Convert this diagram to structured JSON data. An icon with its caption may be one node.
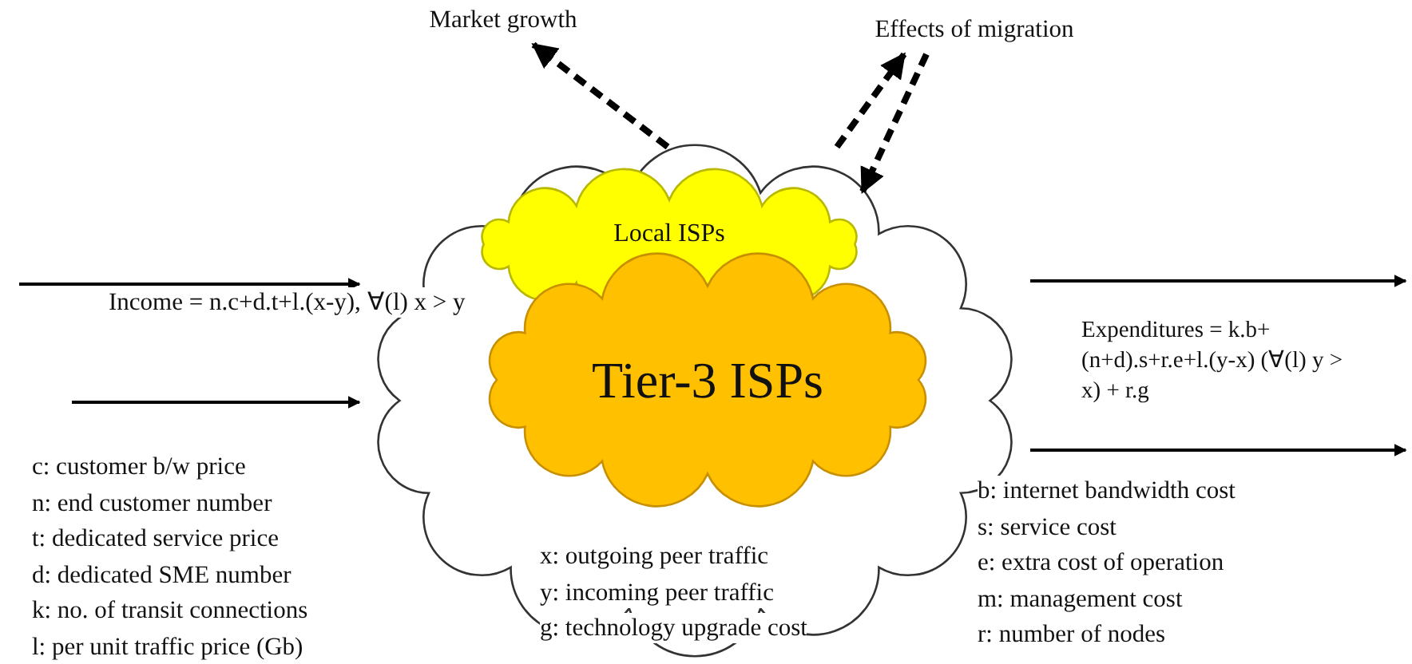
{
  "diagram": {
    "nodes": [
      {
        "text": [],
        "shape": "cloud"
      },
      {
        "text": [
          "Local ISPs"
        ],
        "in": 0
      },
      {
        "text": [
          "Tier-3 ISPs"
        ],
        "in": 0
      },
      {
        "text": [
          "Market growth"
        ]
      },
      {
        "text": [
          "Effects of migration"
        ]
      }
    ],
    "edges": [
      {
        "from": null,
        "to": 0,
        "arrow": "to"
      },
      {
        "from": null,
        "to": 0,
        "arrow": "to"
      },
      {
        "from": 0,
        "to": null,
        "arrow": "to"
      },
      {
        "from": 0,
        "to": null,
        "arrow": "to"
      },
      {
        "from": 0,
        "to": 3,
        "arrow": "to",
        "style": "dashed"
      },
      {
        "from": 0,
        "to": 4,
        "arrow": "to",
        "style": "dashed"
      },
      {
        "from": 4,
        "to": 1,
        "arrow": "to",
        "style": "dashed"
      }
    ],
    "labels": [
      "Income = n.c+d.t+l.(x-y), ∀(l) x > y",
      "Expenditures = k.b+(n+d).s+r.e+l.(y-x) (∀(l) y > x) + r.g",
      "c: customer b/w price",
      "n: end customer number",
      "t: dedicated service price",
      "d: dedicated SME number",
      "k: no. of transit connections",
      "l: per unit traffic price (Gb)",
      "x: outgoing peer traffic",
      "y: incoming peer traffic",
      "g: technology upgrade cost",
      "b: internet bandwidth cost",
      "s: service cost",
      "e: extra cost of operation",
      "m: management cost",
      "r: number of  nodes"
    ]
  }
}
